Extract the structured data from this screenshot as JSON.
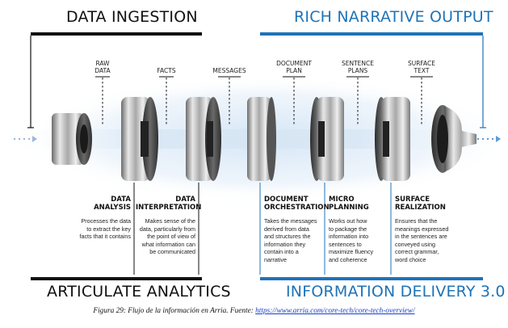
{
  "headers": {
    "left_top": "DATA INGESTION",
    "right_top": "RICH NARRATIVE OUTPUT",
    "left_bottom": "ARTICULATE ANALYTICS",
    "right_bottom": "INFORMATION DELIVERY 3.0"
  },
  "stages": [
    {
      "lines": [
        "RAW",
        "DATA"
      ]
    },
    {
      "lines": [
        "FACTS"
      ]
    },
    {
      "lines": [
        "MESSAGES"
      ]
    },
    {
      "lines": [
        "DOCUMENT",
        "PLAN"
      ]
    },
    {
      "lines": [
        "SENTENCE",
        "PLANS"
      ]
    },
    {
      "lines": [
        "SURFACE",
        "TEXT"
      ]
    }
  ],
  "steps": [
    {
      "title": [
        "DATA",
        "ANALYSIS"
      ],
      "desc": [
        "Processes the data",
        "to extract the key",
        "facts that it contains"
      ]
    },
    {
      "title": [
        "DATA",
        "INTERPRETATION"
      ],
      "desc": [
        "Makes sense of the",
        "data, particularly from",
        "the point of view of",
        "what information can",
        "be communicated"
      ]
    },
    {
      "title": [
        "DOCUMENT",
        "ORCHESTRATION"
      ],
      "desc": [
        "Takes the messages",
        "derived from data",
        "and structures the",
        "information they",
        "contain into a",
        "narrative"
      ]
    },
    {
      "title": [
        "MICRO",
        "PLANNING"
      ],
      "desc": [
        "Works out how",
        "to package the",
        "information into",
        "sentences to",
        "maximize fluency",
        "and coherence"
      ]
    },
    {
      "title": [
        "SURFACE",
        "REALIZATION"
      ],
      "desc": [
        "Ensures that the",
        "meanings expressed",
        "in the sentences are",
        "conveyed using",
        "correct grammar,",
        "word choice"
      ]
    }
  ],
  "caption": {
    "text": "Figura 29: Flujo de la información en Arria. Fuente: ",
    "link": "https://www.arria.com/core-tech/core-tech-overview/"
  },
  "colors": {
    "black": "#111111",
    "blue": "#1e73b8"
  }
}
